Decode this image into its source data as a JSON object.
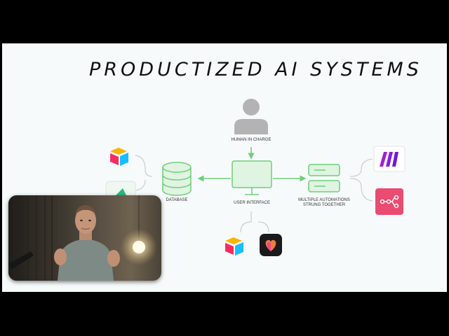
{
  "title": "PRODUCTIZED AI SYSTEMS",
  "nodes": {
    "human": "HUMAN IN CHARGE",
    "database": "DATABASE",
    "ui": "USER INTERFACE",
    "automations_line1": "MULTIPLE AUTOMATIONS",
    "automations_line2": "STRUNG TOGETHER"
  },
  "icons": [
    "airtable-logo",
    "spreadsheet-logo",
    "make-logo",
    "n8n-logo",
    "airtable-logo",
    "heart-app-logo"
  ],
  "colors": {
    "diagram_green": "#6fce7b",
    "node_fill": "#dff4e1",
    "make_purple": "#6b1bd1",
    "n8n_pink": "#ea4b71",
    "slide_bg": "#f7fafb"
  }
}
